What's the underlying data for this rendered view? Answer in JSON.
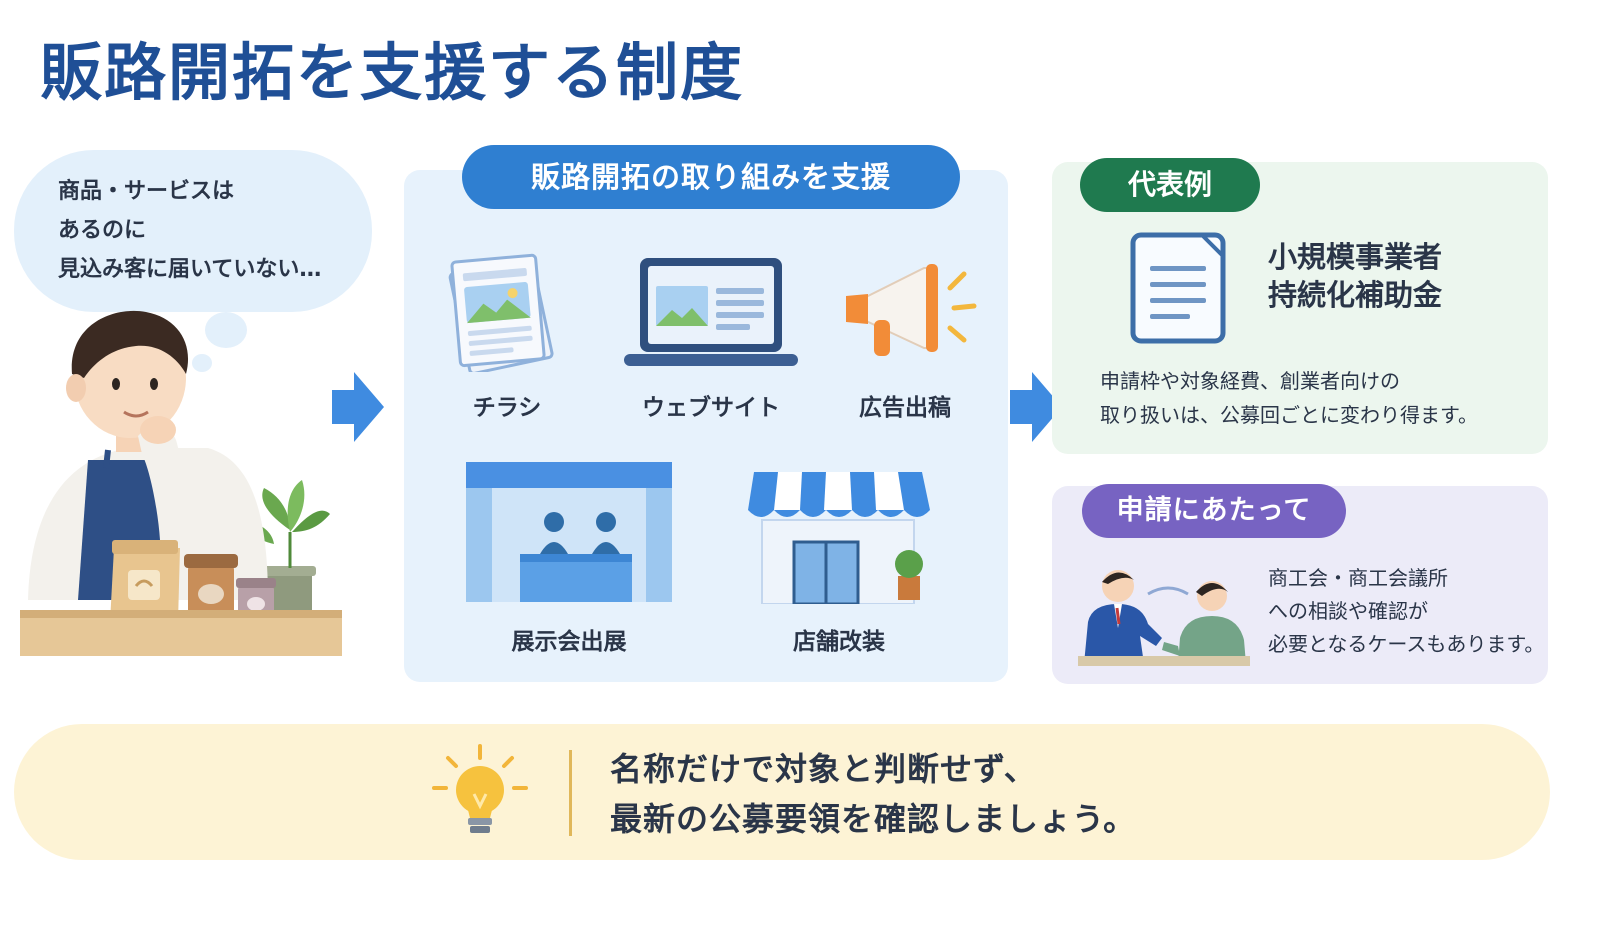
{
  "title": "販路開拓を支援する制度",
  "bubble": {
    "lines": [
      "商品・サービスは",
      "あるのに",
      "見込み客に届いていない…"
    ]
  },
  "center": {
    "heading": "販路開拓の取り組みを支援",
    "methods": [
      {
        "label": "チラシ",
        "icon": "flyer-icon"
      },
      {
        "label": "ウェブサイト",
        "icon": "laptop-icon"
      },
      {
        "label": "広告出稿",
        "icon": "megaphone-icon"
      },
      {
        "label": "展示会出展",
        "icon": "exhibition-booth-icon"
      },
      {
        "label": "店舗改装",
        "icon": "storefront-icon"
      }
    ]
  },
  "example": {
    "heading": "代表例",
    "name_lines": [
      "小規模事業者",
      "持続化補助金"
    ],
    "desc_lines": [
      "申請枠や対象経費、創業者向けの",
      "取り扱いは、公募回ごとに変わり得ます。"
    ],
    "icon": "document-icon"
  },
  "application": {
    "heading": "申請にあたって",
    "desc_lines": [
      "商工会・商工会議所",
      "への相談や確認が",
      "必要となるケースもあります。"
    ],
    "icon": "consultation-icon"
  },
  "tip": {
    "lines": [
      "名称だけで対象と判断せず、",
      "最新の公募要領を確認しましょう。"
    ],
    "icon": "lightbulb-icon"
  },
  "colors": {
    "title": "#1f4f96",
    "center_accent": "#2f7fd1",
    "example_accent": "#1f7a4f",
    "application_accent": "#7763c2",
    "tip_background": "#fdf3d5"
  }
}
